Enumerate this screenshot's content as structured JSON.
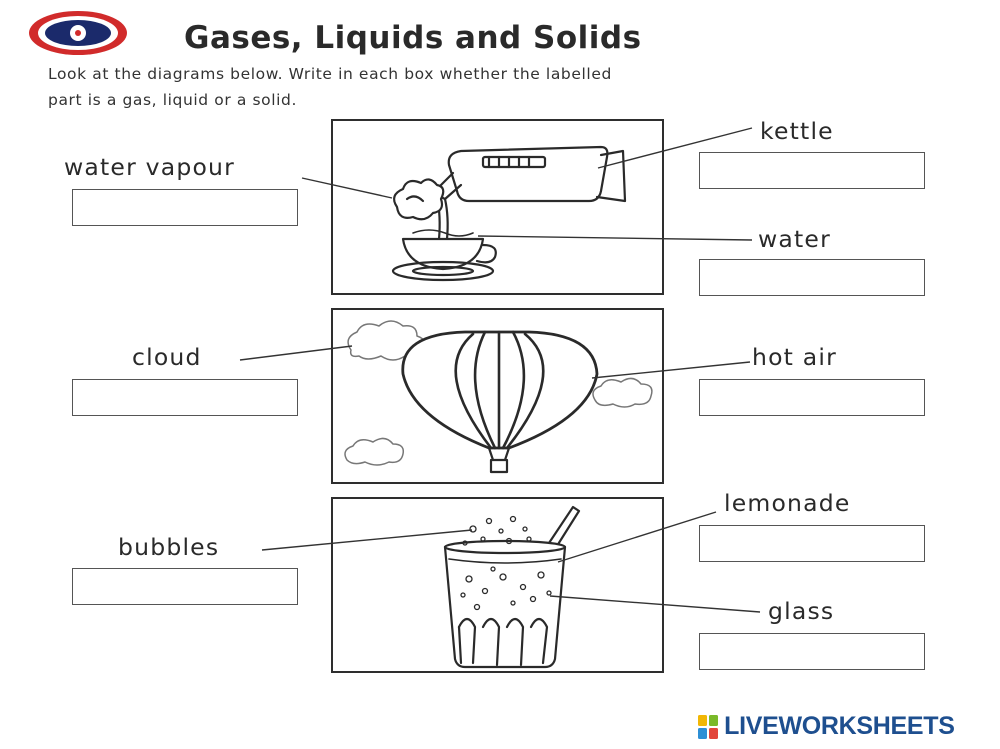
{
  "header": {
    "title": "Gases, Liquids and Solids",
    "instruction_line1": "Look at the diagrams below. Write in each box whether the labelled",
    "instruction_line2": "part is a gas, liquid or a solid."
  },
  "panels": [
    {
      "picture": "kettle-pouring-into-cup",
      "left_label": "water vapour",
      "right_labels": [
        "kettle",
        "water"
      ],
      "answers": [
        "",
        "",
        ""
      ]
    },
    {
      "picture": "hot-air-balloon-with-clouds",
      "left_label": "cloud",
      "right_labels": [
        "hot air"
      ],
      "answers": [
        "",
        ""
      ]
    },
    {
      "picture": "glass-of-lemonade",
      "left_label": "bubbles",
      "right_labels": [
        "lemonade",
        "glass"
      ],
      "answers": [
        "",
        "",
        ""
      ]
    }
  ],
  "footer": {
    "brand": "LIVEWORKSHEETS"
  },
  "colors": {
    "brand_blue": "#1e4f8f",
    "logo_red": "#d12b2b",
    "logo_navy": "#1b2a6b",
    "ink": "#2a2a2a"
  }
}
